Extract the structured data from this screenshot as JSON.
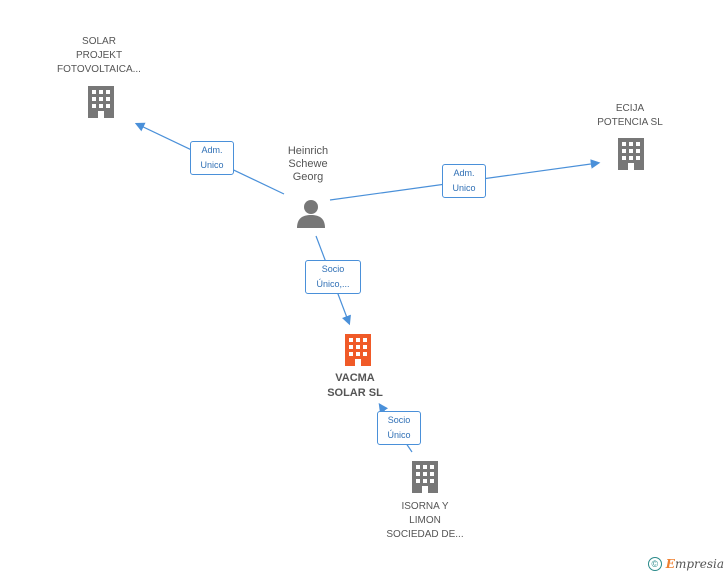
{
  "nodes": {
    "solar_projekt": {
      "lines": [
        "SOLAR",
        "PROJEKT",
        "FOTOVOLTAICA..."
      ]
    },
    "ecija": {
      "lines": [
        "ECIJA",
        "POTENCIA SL"
      ]
    },
    "person": {
      "lines": [
        "Heinrich",
        "Schewe",
        "Georg"
      ]
    },
    "vacma": {
      "lines": [
        "VACMA",
        "SOLAR SL"
      ]
    },
    "isorna": {
      "lines": [
        "ISORNA Y",
        "LIMON",
        "SOCIEDAD DE..."
      ]
    }
  },
  "edges": {
    "to_solar": [
      "Adm.",
      "Unico"
    ],
    "to_ecija": [
      "Adm.",
      "Unico"
    ],
    "to_vacma": [
      "Socio",
      "Único,..."
    ],
    "to_isorna": [
      "Socio",
      "Único"
    ]
  },
  "footer": {
    "copyright_symbol": "©",
    "brand_initial": "E",
    "brand_rest": "mpresia"
  },
  "colors": {
    "edge": "#4a90d9",
    "building": "#777777",
    "main_building": "#f05a28"
  }
}
